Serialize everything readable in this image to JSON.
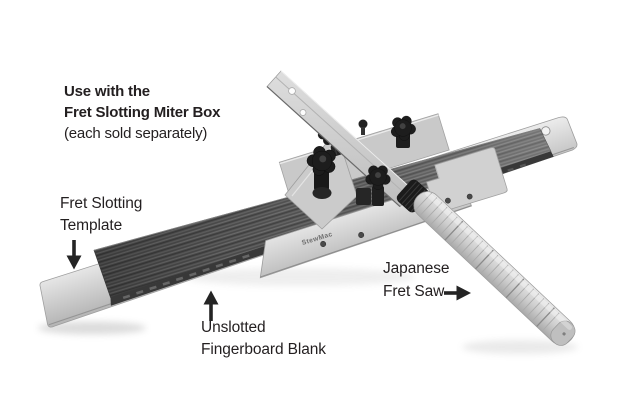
{
  "note": {
    "line1": "Use with the",
    "line2": "Fret Slotting Miter Box",
    "line3": "(each sold separately)"
  },
  "labels": {
    "template": {
      "line1": "Fret Slotting",
      "line2": "Template"
    },
    "fingerboard": {
      "line1": "Unslotted",
      "line2": "Fingerboard Blank"
    },
    "saw": {
      "line1": "Japanese",
      "line2": "Fret Saw"
    }
  },
  "photo": {
    "engraving": "StewMac",
    "colors": {
      "background": "#ffffff",
      "text": "#231f20",
      "metal_light": "#e8e8e8",
      "metal_mid": "#c6c6c6",
      "wood_dark": "#555555",
      "knob_black": "#1d1d1d"
    }
  }
}
